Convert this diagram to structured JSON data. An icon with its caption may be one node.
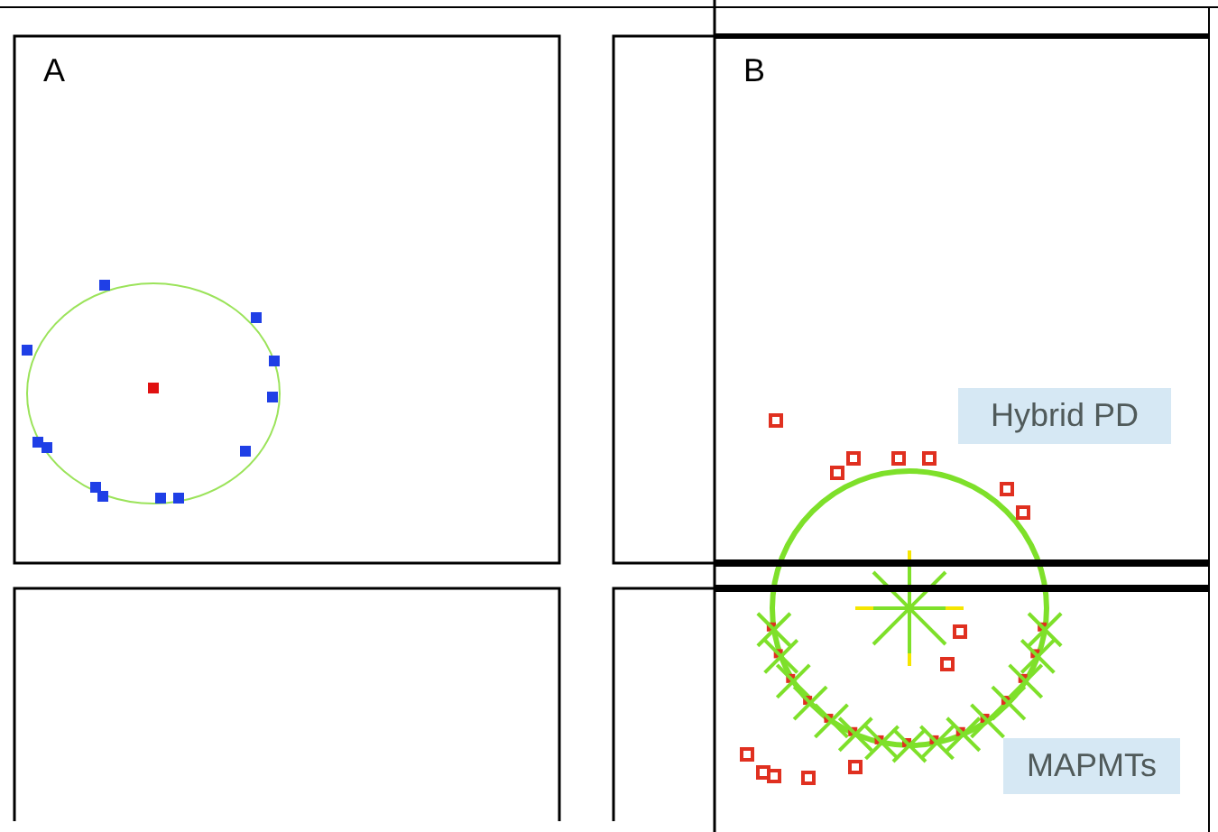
{
  "diagram": {
    "nodes": [
      {
        "text": [
          "Hybrid PD"
        ]
      },
      {
        "text": [
          "MAPMTs"
        ]
      }
    ],
    "labels": [
      "A",
      "B"
    ]
  }
}
